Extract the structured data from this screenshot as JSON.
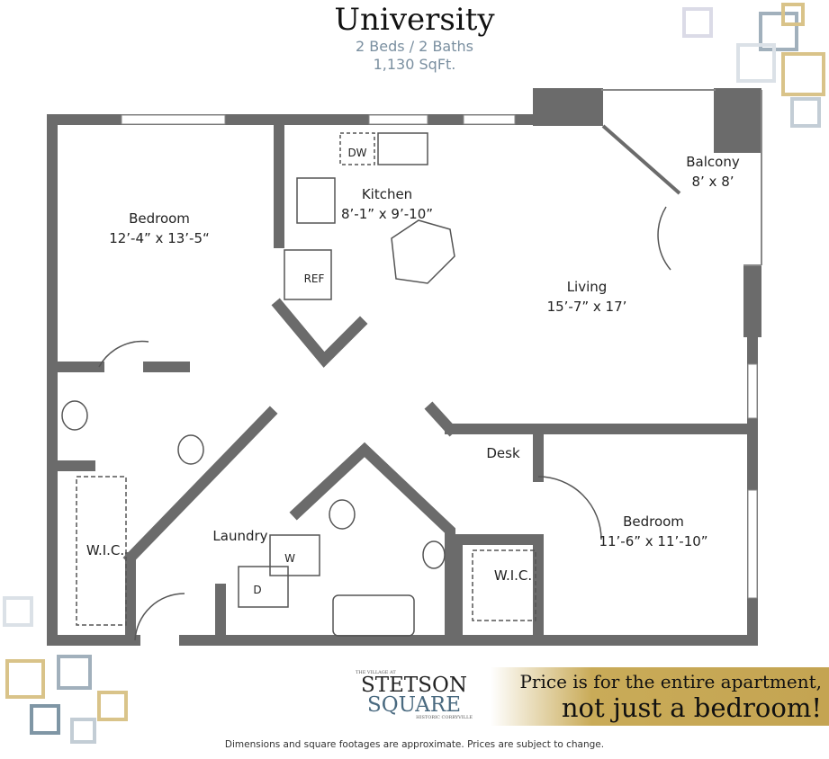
{
  "header": {
    "title": "University",
    "beds_baths": "2 Beds / 2 Baths",
    "sqft": "1,130 SqFt."
  },
  "rooms": {
    "bedroom1": {
      "name": "Bedroom",
      "size": "12’-4” x 13’-5“"
    },
    "kitchen": {
      "name": "Kitchen",
      "size": "8’-1” x 9’-10”"
    },
    "balcony": {
      "name": "Balcony",
      "size": "8’ x 8’"
    },
    "living": {
      "name": "Living",
      "size": "15’-7” x 17’"
    },
    "desk": "Desk",
    "bedroom2": {
      "name": "Bedroom",
      "size": "11’-6” x 11’-10”"
    },
    "wic1": "W.I.C.",
    "wic2": "W.I.C.",
    "laundry": "Laundry",
    "dw": "DW",
    "ref": "REF",
    "washer": "W",
    "dryer": "D"
  },
  "logo": {
    "top": "THE VILLAGE AT",
    "name1": "STETSON",
    "name2": "SQUARE",
    "bottom": "HISTORIC CORRYVILLE"
  },
  "banner": {
    "line1": "Price is for the entire apartment,",
    "line2": "not just a bedroom!"
  },
  "footer": "Dimensions and square footages are approximate.  Prices are subject to change.",
  "colors": {
    "wall": "#6b6b6b",
    "accent_blue": "#7a8fa0",
    "gold": "#c9ab58"
  }
}
